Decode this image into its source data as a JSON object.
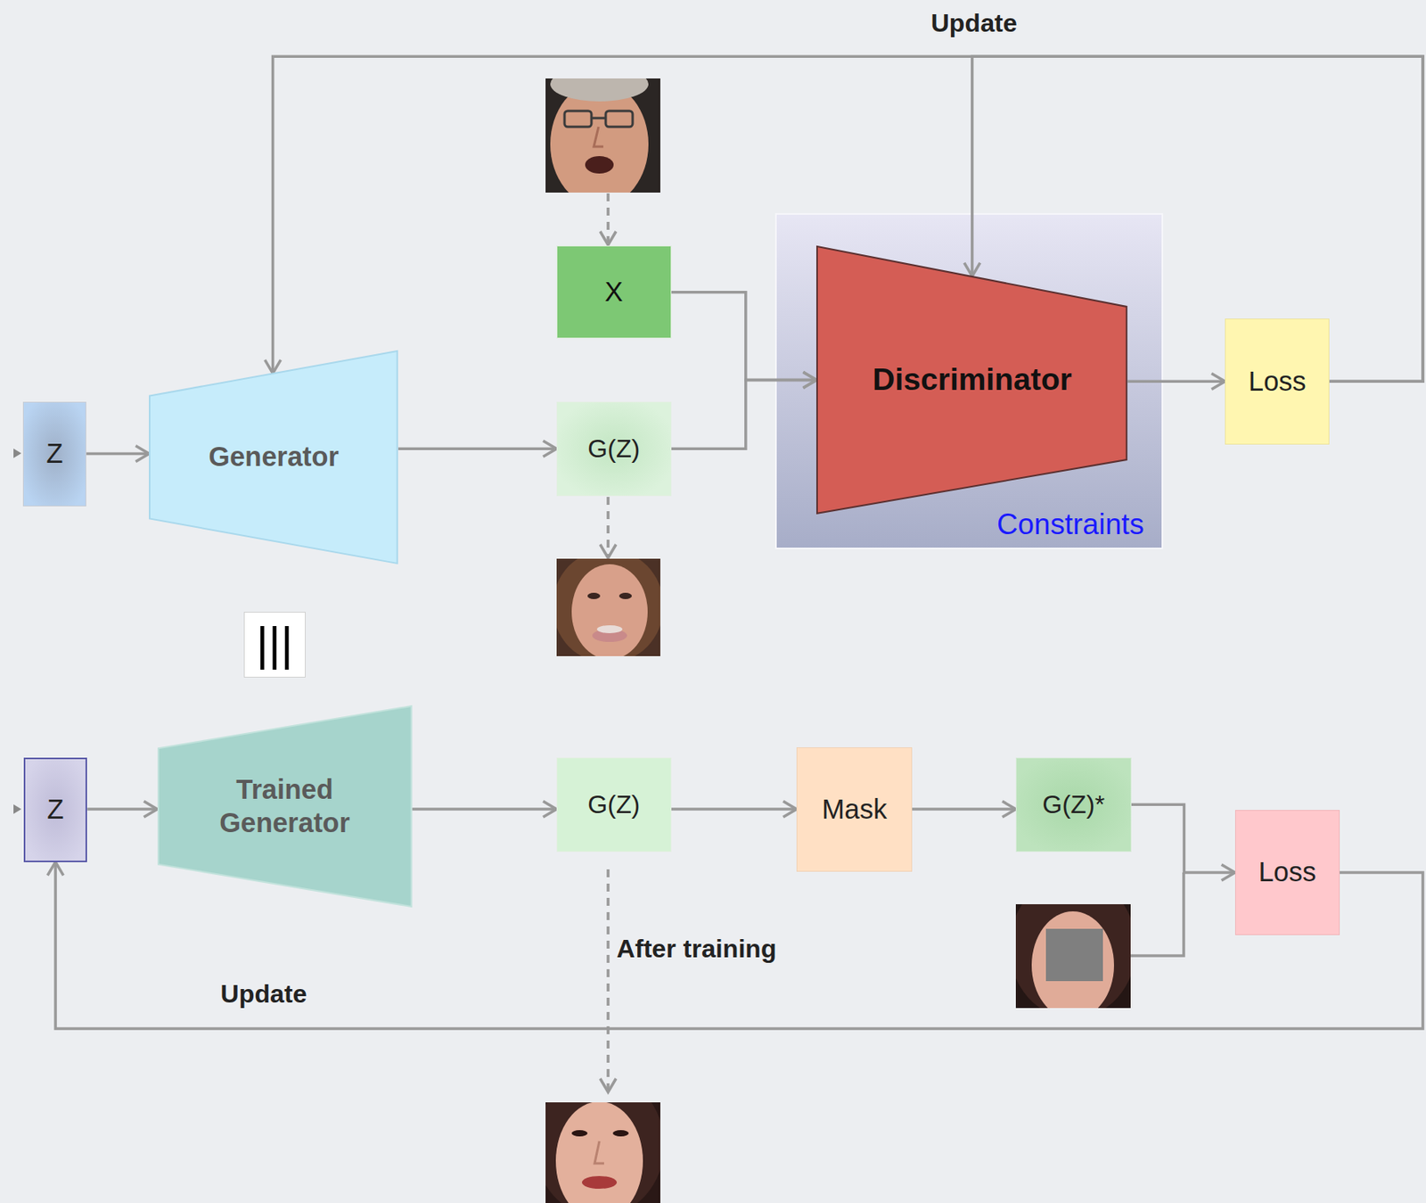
{
  "diagram": {
    "nodes": [
      {
        "text": [
          "Z"
        ]
      },
      {
        "text": [
          "Generator"
        ]
      },
      {
        "text": [
          "X"
        ]
      },
      {
        "text": [
          "G(Z)"
        ]
      },
      {
        "text": [
          "Constraints"
        ]
      },
      {
        "text": [
          "Discriminator"
        ],
        "in": 4
      },
      {
        "text": [
          "Loss"
        ]
      },
      {
        "text": [
          "|||"
        ]
      },
      {
        "text": [
          "Z"
        ]
      },
      {
        "text": [
          "Trained Generator"
        ]
      },
      {
        "text": [
          "G(Z)"
        ]
      },
      {
        "text": [
          "Mask"
        ]
      },
      {
        "text": [
          "G(Z)*"
        ]
      },
      {
        "text": [
          "Loss"
        ]
      }
    ],
    "edges": [
      {
        "from": 0,
        "to": 1,
        "arrow": "to"
      },
      {
        "from": 1,
        "to": 3,
        "arrow": "to"
      },
      {
        "from": 2,
        "to": 5,
        "arrow": "to"
      },
      {
        "from": 3,
        "to": 5,
        "arrow": "to"
      },
      {
        "from": 5,
        "to": 6,
        "arrow": "to"
      },
      {
        "from": 6,
        "to": 5,
        "arrow": "to",
        "label": "Update"
      },
      {
        "from": 6,
        "to": 1,
        "arrow": "to"
      },
      {
        "from": 8,
        "to": 9,
        "arrow": "to"
      },
      {
        "from": 9,
        "to": 10,
        "arrow": "to"
      },
      {
        "from": 10,
        "to": 11,
        "arrow": "to"
      },
      {
        "from": 11,
        "to": 12,
        "arrow": "to"
      },
      {
        "from": 12,
        "to": 13,
        "arrow": "to"
      },
      {
        "from": 13,
        "to": 8,
        "arrow": "to",
        "label": "Update"
      }
    ],
    "labels": [
      "After training"
    ]
  }
}
